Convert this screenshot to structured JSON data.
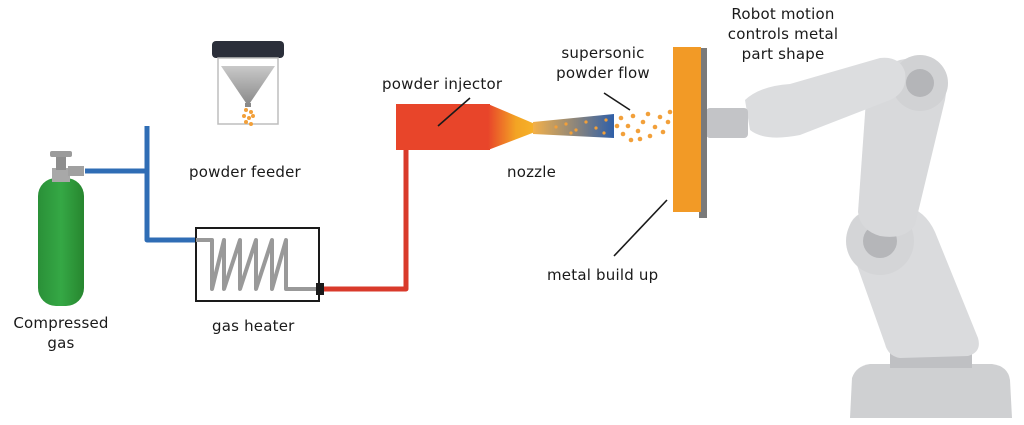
{
  "labels": {
    "compressed_gas_line1": "Compressed",
    "compressed_gas_line2": "gas",
    "powder_feeder": "powder feeder",
    "gas_heater": "gas heater",
    "powder_injector": "powder injector",
    "nozzle": "nozzle",
    "supersonic_line1": "supersonic",
    "supersonic_line2": "powder flow",
    "metal_build_up": "metal build up",
    "robot_line1": "Robot motion",
    "robot_line2": "controls metal",
    "robot_line3": "part shape"
  },
  "colors": {
    "cold_gas_line": "#2f6db5",
    "hot_gas_line": "#d93a2b",
    "gas_cylinder": "#2e9b3c",
    "injector": "#e8452a",
    "nozzle_hot": "#f08a1d",
    "build_plate": "#f29a26",
    "powder": "#f2a03a",
    "robot_body": "#d7d8da",
    "robot_joint": "#b9babd",
    "heater_coil": "#999999"
  }
}
